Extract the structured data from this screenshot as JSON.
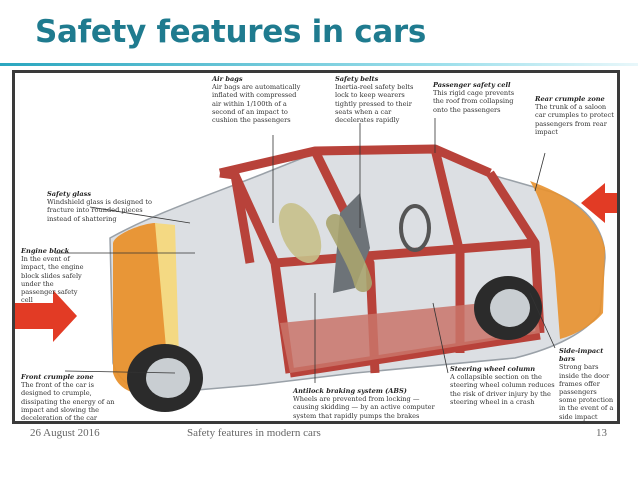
{
  "slide": {
    "title": "Safety features in cars",
    "footer_date": "26 August 2016",
    "footer_title": "Safety features in modern cars",
    "page_number": "13"
  },
  "colors": {
    "title": "#1f7b8f",
    "crumple_zone": "#e8912d",
    "safety_cell": "#b8423a",
    "arrow": "#e23b25"
  },
  "callouts": {
    "air_bags": {
      "heading": "Air bags",
      "text": "Air bags are automatically inflated with compressed air within 1/100th of a second of an impact to cushion the passengers"
    },
    "safety_belts": {
      "heading": "Safety belts",
      "text": "Inertia-reel safety belts lock to keep wearers tightly pressed to their seats when a car decelerates rapidly"
    },
    "passenger_cell": {
      "heading": "Passenger safety cell",
      "text": "This rigid cage prevents the roof from collapsing onto the passengers"
    },
    "rear_crumple": {
      "heading": "Rear crumple zone",
      "text": "The trunk of a saloon car crumples to protect passengers from rear impact"
    },
    "safety_glass": {
      "heading": "Safety glass",
      "text": "Windshield glass is designed to fracture into rounded pieces instead of shattering"
    },
    "engine_block": {
      "heading": "Engine block",
      "text": "In the event of impact, the engine block slides safely under the passenger safety cell"
    },
    "front_crumple": {
      "heading": "Front crumple zone",
      "text": "The front of the car is designed to crumple, dissipating the energy of an impact and slowing the deceleration of the car"
    },
    "abs": {
      "heading": "Antilock braking system (ABS)",
      "text": "Wheels are prevented from locking — causing skidding — by an active computer system that rapidly pumps the brakes"
    },
    "steering_column": {
      "heading": "Steering wheel column",
      "text": "A collapsible section on the steering wheel column reduces the risk of driver injury by the steering wheel in a crash"
    },
    "side_impact": {
      "heading": "Side-impact bars",
      "text": "Strong bars inside the door frames offer passengers some protection in the event of a side impact"
    }
  }
}
